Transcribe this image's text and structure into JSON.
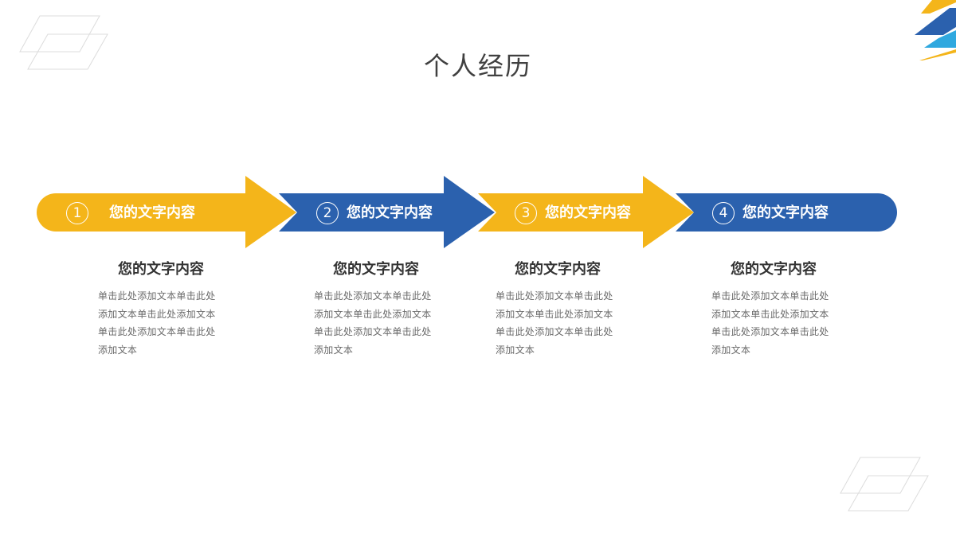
{
  "slide": {
    "title": "个人经历"
  },
  "colors": {
    "yellow": "#F4B51A",
    "blue": "#2B61AE",
    "light_blue": "#2FA8DF",
    "line_gray": "#d9d9d9"
  },
  "steps": [
    {
      "number": "1",
      "label": "您的文字内容",
      "heading": "您的文字内容",
      "lines": [
        "单击此处添加文本单击此处",
        "添加文本单击此处添加文本",
        "单击此处添加文本单击此处",
        "添加文本"
      ]
    },
    {
      "number": "2",
      "label": "您的文字内容",
      "heading": "您的文字内容",
      "lines": [
        "单击此处添加文本单击此处",
        "添加文本单击此处添加文本",
        "单击此处添加文本单击此处",
        "添加文本"
      ]
    },
    {
      "number": "3",
      "label": "您的文字内容",
      "heading": "您的文字内容",
      "lines": [
        "单击此处添加文本单击此处",
        "添加文本单击此处添加文本",
        "单击此处添加文本单击此处",
        "添加文本"
      ]
    },
    {
      "number": "4",
      "label": "您的文字内容",
      "heading": "您的文字内容",
      "lines": [
        "单击此处添加文本单击此处",
        "添加文本单击此处添加文本",
        "单击此处添加文本单击此处",
        "添加文本"
      ]
    }
  ]
}
